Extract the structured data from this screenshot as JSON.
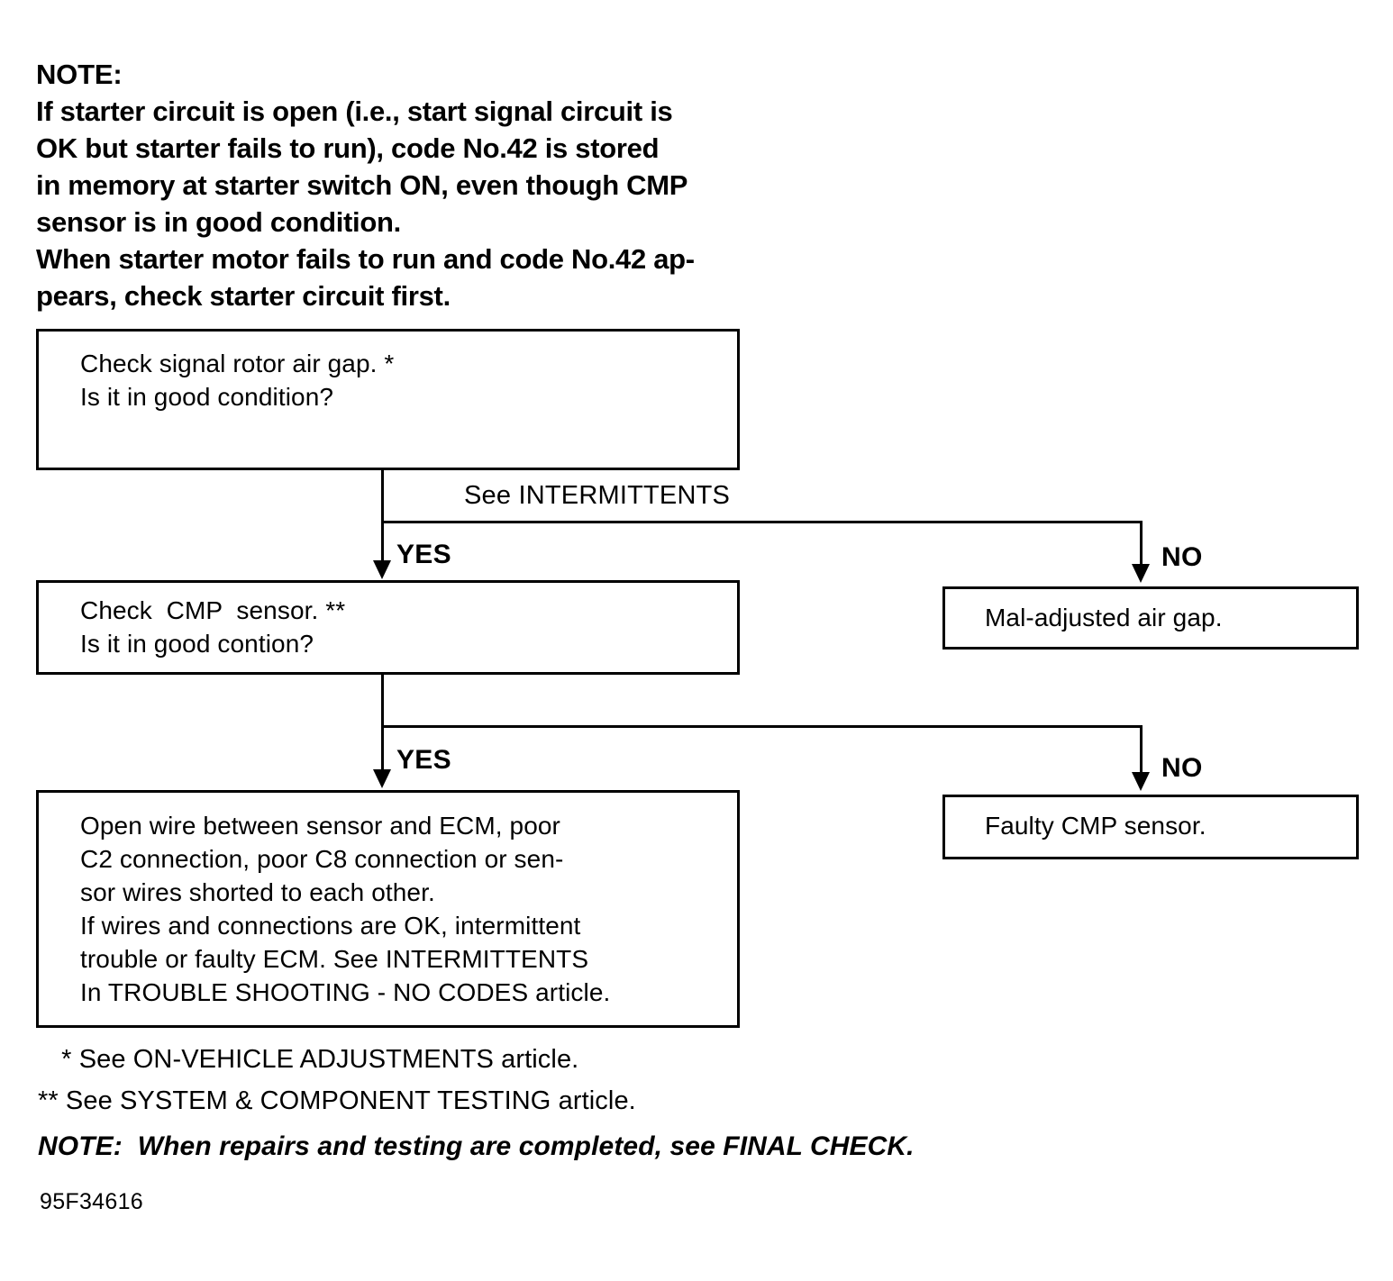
{
  "header_note": {
    "label": "NOTE:",
    "lines": [
      "If starter circuit is open (i.e., start signal circuit is",
      "OK but starter fails to run), code No.42 is stored",
      "in memory at starter switch ON, even though CMP",
      "sensor is in good condition.",
      "When starter motor fails to run and code No.42 ap-",
      "pears, check starter circuit first."
    ]
  },
  "boxes": {
    "air_gap": {
      "line1": "Check signal rotor air gap. *",
      "line2": "Is it in good condition?"
    },
    "cmp_sensor": {
      "line1": "Check  CMP  sensor. **",
      "line2": "Is it in good contion?"
    },
    "open_wire": {
      "line1": "Open wire between sensor and ECM, poor",
      "line2": "C2 connection, poor C8 connection or sen-",
      "line3": "sor wires shorted to each other.",
      "line4": "If wires and connections are OK, intermittent",
      "line5": "trouble or faulty ECM. See INTERMITTENTS",
      "line6": "In TROUBLE SHOOTING - NO CODES article."
    },
    "mal_adjusted": {
      "text": "Mal-adjusted air gap."
    },
    "faulty_cmp": {
      "text": "Faulty CMP sensor."
    }
  },
  "branch1": {
    "yes_label": "YES",
    "no_label": "NO",
    "link_label": "See INTERMITTENTS"
  },
  "branch2": {
    "yes_label": "YES",
    "no_label": "NO"
  },
  "footnotes": {
    "single_star": " * See ON-VEHICLE ADJUSTMENTS article.",
    "double_star": "** See SYSTEM & COMPONENT TESTING article."
  },
  "bottom_note": "NOTE:  When repairs and testing are completed, see FINAL CHECK.",
  "figure_id": "95F34616",
  "colors": {
    "ink": "#000000",
    "paper": "#ffffff"
  }
}
